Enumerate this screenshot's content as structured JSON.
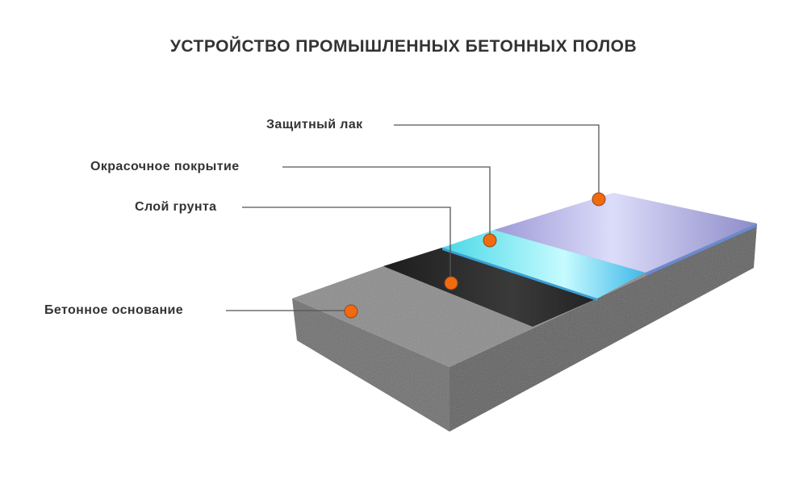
{
  "title": "УСТРОЙСТВО ПРОМЫШЛЕННЫХ БЕТОННЫХ ПОЛОВ",
  "layers": [
    {
      "label": "Защитный лак",
      "color": "#a9a8de"
    },
    {
      "label": "Окрасочное покрытие",
      "color": "#5fe6ee"
    },
    {
      "label": "Слой грунта",
      "color": "#2a2a2a"
    },
    {
      "label": "Бетонное основание",
      "color": "#7a7a7a"
    }
  ],
  "marker_color": "#f26a10"
}
